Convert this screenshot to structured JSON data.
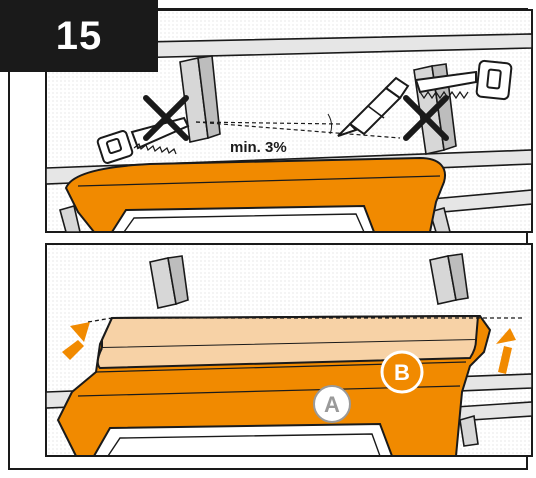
{
  "step": {
    "number": "15"
  },
  "top_panel": {
    "slope_label": "min. 3%"
  },
  "bottom_panel": {
    "label_a": "A",
    "label_b": "B"
  },
  "colors": {
    "orange": "#f18a00",
    "light_orange": "#f7d2a6",
    "black": "#1a1a1a",
    "grey": "#c8c8c8",
    "dots": "#d9d9d9"
  },
  "icons": [
    "saw-icon",
    "knife-icon",
    "cross-icon",
    "arrow-up-icon"
  ]
}
